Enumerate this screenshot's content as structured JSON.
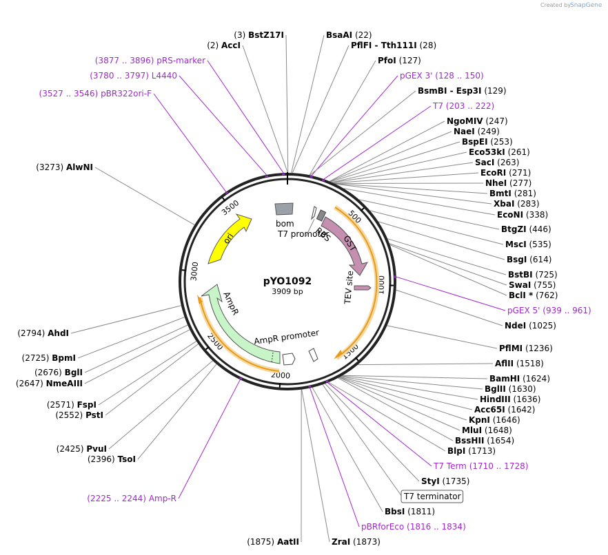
{
  "credit": {
    "prefix": "Created by",
    "brand": "SnapGene"
  },
  "plasmid": {
    "name": "pYO1092",
    "size_label": "3909 bp",
    "length": 3909
  },
  "colors": {
    "primer": "#a026cf",
    "ori": "#ffff00",
    "gst": "#c58fb0",
    "ampr": "#c8f5c8",
    "orange": "#f0a020",
    "bom": "#9aa0a8"
  },
  "ticks": [
    {
      "pos": 500,
      "label": "500"
    },
    {
      "pos": 1000,
      "label": "1000"
    },
    {
      "pos": 1500,
      "label": "1500"
    },
    {
      "pos": 2000,
      "label": "2000"
    },
    {
      "pos": 2500,
      "label": "2500"
    },
    {
      "pos": 3000,
      "label": "3000"
    },
    {
      "pos": 3500,
      "label": "3500"
    }
  ],
  "sites": [
    {
      "name": "BstZ17I",
      "pos": "(3)",
      "kind": "enzyme",
      "side": "left",
      "bp": 3
    },
    {
      "name": "AccI",
      "pos": "(2)",
      "kind": "enzyme",
      "side": "left",
      "bp": 2
    },
    {
      "name": "pRS-marker",
      "pos": "(3877 .. 3896)",
      "kind": "primer",
      "side": "left",
      "bp": 3886
    },
    {
      "name": "L4440",
      "pos": "(3780 .. 3797)",
      "kind": "primer",
      "side": "left",
      "bp": 3788
    },
    {
      "name": "pBR322ori-F",
      "pos": "(3527 .. 3546)",
      "kind": "primer",
      "side": "left",
      "bp": 3536
    },
    {
      "name": "AlwNI",
      "pos": "(3273)",
      "kind": "enzyme",
      "side": "left",
      "bp": 3273
    },
    {
      "name": "AhdI",
      "pos": "(2794)",
      "kind": "enzyme",
      "side": "left",
      "bp": 2794
    },
    {
      "name": "BpmI",
      "pos": "(2725)",
      "kind": "enzyme",
      "side": "left",
      "bp": 2725
    },
    {
      "name": "BglI",
      "pos": "(2676)",
      "kind": "enzyme",
      "side": "left",
      "bp": 2676
    },
    {
      "name": "NmeAIII",
      "pos": "(2647)",
      "kind": "enzyme",
      "side": "left",
      "bp": 2647
    },
    {
      "name": "FspI",
      "pos": "(2571)",
      "kind": "enzyme",
      "side": "left",
      "bp": 2571
    },
    {
      "name": "PstI",
      "pos": "(2552)",
      "kind": "enzyme",
      "side": "left",
      "bp": 2552
    },
    {
      "name": "PvuI",
      "pos": "(2425)",
      "kind": "enzyme",
      "side": "left",
      "bp": 2425
    },
    {
      "name": "TsoI",
      "pos": "(2396)",
      "kind": "enzyme",
      "side": "left",
      "bp": 2396
    },
    {
      "name": "Amp-R",
      "pos": "(2225 .. 2244)",
      "kind": "primer",
      "side": "left",
      "bp": 2234
    },
    {
      "name": "AatII",
      "pos": "(1875)",
      "kind": "enzyme",
      "side": "left",
      "bp": 1875
    },
    {
      "name": "BsaAI",
      "pos": "(22)",
      "kind": "enzyme",
      "side": "right",
      "bp": 22
    },
    {
      "name": "PflFI - Tth111I",
      "pos": "(28)",
      "kind": "enzyme",
      "side": "right",
      "bp": 28
    },
    {
      "name": "PfoI",
      "pos": "(127)",
      "kind": "enzyme",
      "side": "right",
      "bp": 127
    },
    {
      "name": "pGEX 3'",
      "pos": "(128 .. 150)",
      "kind": "primer",
      "side": "right",
      "bp": 139
    },
    {
      "name": "BsmBI - Esp3I",
      "pos": "(129)",
      "kind": "enzyme",
      "side": "right",
      "bp": 129
    },
    {
      "name": "T7",
      "pos": "(203 .. 222)",
      "kind": "primer",
      "side": "right",
      "bp": 212
    },
    {
      "name": "NgoMIV",
      "pos": "(247)",
      "kind": "enzyme",
      "side": "right",
      "bp": 247
    },
    {
      "name": "NaeI",
      "pos": "(249)",
      "kind": "enzyme",
      "side": "right",
      "bp": 249
    },
    {
      "name": "BspEI",
      "pos": "(253)",
      "kind": "enzyme",
      "side": "right",
      "bp": 253
    },
    {
      "name": "Eco53kI",
      "pos": "(261)",
      "kind": "enzyme",
      "side": "right",
      "bp": 261
    },
    {
      "name": "SacI",
      "pos": "(263)",
      "kind": "enzyme",
      "side": "right",
      "bp": 263
    },
    {
      "name": "EcoRI",
      "pos": "(271)",
      "kind": "enzyme",
      "side": "right",
      "bp": 271
    },
    {
      "name": "NheI",
      "pos": "(277)",
      "kind": "enzyme",
      "side": "right",
      "bp": 277
    },
    {
      "name": "BmtI",
      "pos": "(281)",
      "kind": "enzyme",
      "side": "right",
      "bp": 281
    },
    {
      "name": "XbaI",
      "pos": "(283)",
      "kind": "enzyme",
      "side": "right",
      "bp": 283
    },
    {
      "name": "EcoNI",
      "pos": "(338)",
      "kind": "enzyme",
      "side": "right",
      "bp": 338
    },
    {
      "name": "BtgZI",
      "pos": "(446)",
      "kind": "enzyme",
      "side": "right",
      "bp": 446
    },
    {
      "name": "MscI",
      "pos": "(535)",
      "kind": "enzyme",
      "side": "right",
      "bp": 535
    },
    {
      "name": "BsgI",
      "pos": "(614)",
      "kind": "enzyme",
      "side": "right",
      "bp": 614
    },
    {
      "name": "BstBI",
      "pos": "(725)",
      "kind": "enzyme",
      "side": "right",
      "bp": 725
    },
    {
      "name": "SwaI",
      "pos": "(755)",
      "kind": "enzyme",
      "side": "right",
      "bp": 755
    },
    {
      "name": "BclI *",
      "pos": "(762)",
      "kind": "enzyme",
      "side": "right",
      "bp": 762
    },
    {
      "name": "pGEX 5'",
      "pos": "(939 .. 961)",
      "kind": "primer",
      "side": "right",
      "bp": 950
    },
    {
      "name": "NdeI",
      "pos": "(1025)",
      "kind": "enzyme",
      "side": "right",
      "bp": 1025
    },
    {
      "name": "PflMI",
      "pos": "(1236)",
      "kind": "enzyme",
      "side": "right",
      "bp": 1236
    },
    {
      "name": "AflII",
      "pos": "(1518)",
      "kind": "enzyme",
      "side": "right",
      "bp": 1518
    },
    {
      "name": "BamHI",
      "pos": "(1624)",
      "kind": "enzyme",
      "side": "right",
      "bp": 1624
    },
    {
      "name": "BglII",
      "pos": "(1630)",
      "kind": "enzyme",
      "side": "right",
      "bp": 1630
    },
    {
      "name": "HindIII",
      "pos": "(1636)",
      "kind": "enzyme",
      "side": "right",
      "bp": 1636
    },
    {
      "name": "Acc65I",
      "pos": "(1642)",
      "kind": "enzyme",
      "side": "right",
      "bp": 1642
    },
    {
      "name": "KpnI",
      "pos": "(1646)",
      "kind": "enzyme",
      "side": "right",
      "bp": 1646
    },
    {
      "name": "MluI",
      "pos": "(1648)",
      "kind": "enzyme",
      "side": "right",
      "bp": 1648
    },
    {
      "name": "BssHII",
      "pos": "(1654)",
      "kind": "enzyme",
      "side": "right",
      "bp": 1654
    },
    {
      "name": "BlpI",
      "pos": "(1713)",
      "kind": "enzyme",
      "side": "right",
      "bp": 1713
    },
    {
      "name": "T7 Term",
      "pos": "(1710 .. 1728)",
      "kind": "primer",
      "side": "right",
      "bp": 1719
    },
    {
      "name": "StyI",
      "pos": "(1735)",
      "kind": "enzyme",
      "side": "right",
      "bp": 1735
    },
    {
      "name": "T7 terminator",
      "pos": "",
      "kind": "boxed",
      "side": "right",
      "bp": 1750
    },
    {
      "name": "BbsI",
      "pos": "(1811)",
      "kind": "enzyme",
      "side": "right",
      "bp": 1811
    },
    {
      "name": "pBRforEco",
      "pos": "(1816 .. 1834)",
      "kind": "primer",
      "side": "right",
      "bp": 1825
    },
    {
      "name": "ZraI",
      "pos": "(1873)",
      "kind": "enzyme",
      "side": "right",
      "bp": 1873
    }
  ],
  "features": [
    {
      "name": "ori",
      "kind": "ori"
    },
    {
      "name": "bom",
      "kind": "bom"
    },
    {
      "name": "T7 promoter",
      "kind": "promoter"
    },
    {
      "name": "RBS",
      "kind": "rbs"
    },
    {
      "name": "GST",
      "kind": "gst"
    },
    {
      "name": "TEV site",
      "kind": "tev"
    },
    {
      "name": "AmpR",
      "kind": "ampr"
    },
    {
      "name": "AmpR promoter",
      "kind": "promoter"
    }
  ]
}
